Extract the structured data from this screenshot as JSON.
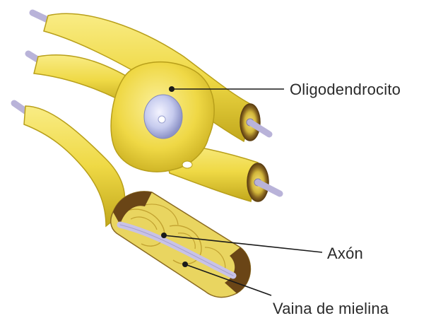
{
  "labels": {
    "oligodendrocyte": "Oligodendrocito",
    "axon": "Axón",
    "myelin_sheath": "Vaina de mielina"
  },
  "colors": {
    "myelin": "#f0dc48",
    "myelin_dark": "#c9b21e",
    "myelin_shadow": "#a8921a",
    "axon": "#c8c2e6",
    "nucleus": "#c4c8ec",
    "cut_brown": "#6a4516",
    "leader": "#1a1a1a"
  }
}
